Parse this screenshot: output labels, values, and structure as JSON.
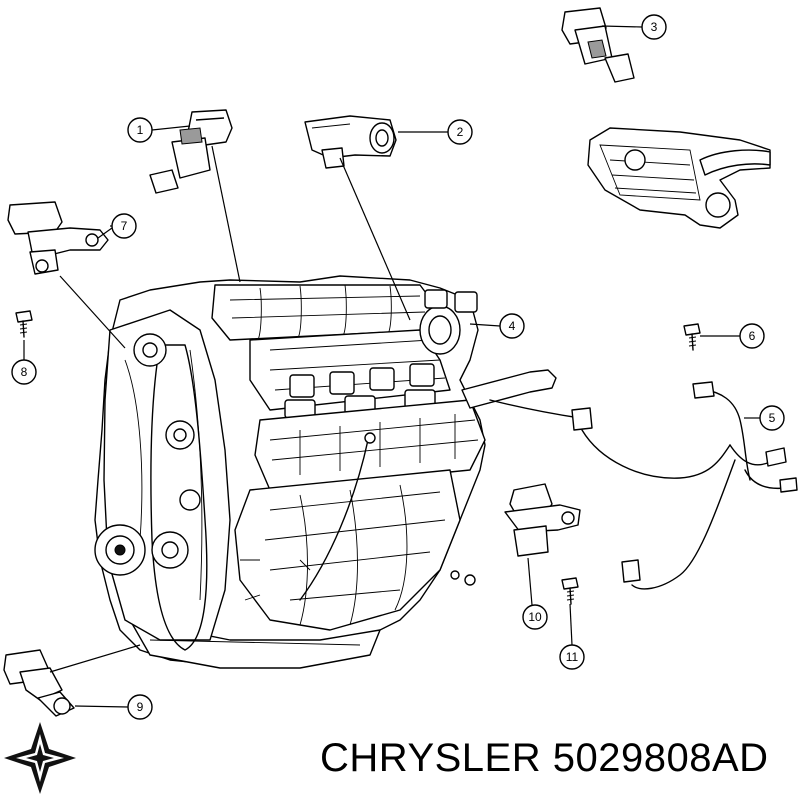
{
  "brand_line": {
    "make": "CHRYSLER",
    "part_number": "5029808AD"
  },
  "logo_icon": "pentastar-icon",
  "callouts": [
    "1",
    "2",
    "3",
    "4",
    "5",
    "6",
    "7",
    "8",
    "9",
    "10",
    "11"
  ]
}
